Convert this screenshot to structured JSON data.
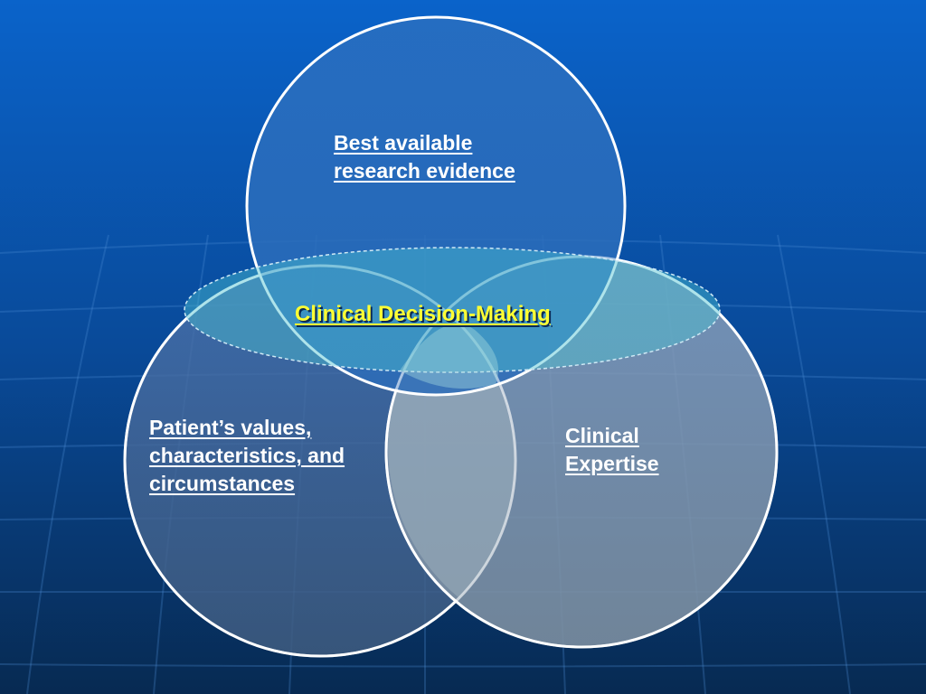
{
  "colors": {
    "background_top": "#0a62c8",
    "background_bottom": "#07284f",
    "circle_stroke": "#ffffff",
    "label_text": "#ffffff",
    "center_label_text": "#ffff33",
    "ellipse_fill": "#49b6c9"
  },
  "diagram": {
    "circles": [
      {
        "id": "research",
        "lines": [
          "Best available",
          "research evidence"
        ]
      },
      {
        "id": "patient",
        "lines": [
          "Patient’s values,",
          "characteristics, and",
          "circumstances"
        ]
      },
      {
        "id": "expertise",
        "lines": [
          "Clinical",
          "Expertise"
        ]
      }
    ],
    "center": {
      "label": "Clinical Decision-Making"
    }
  }
}
